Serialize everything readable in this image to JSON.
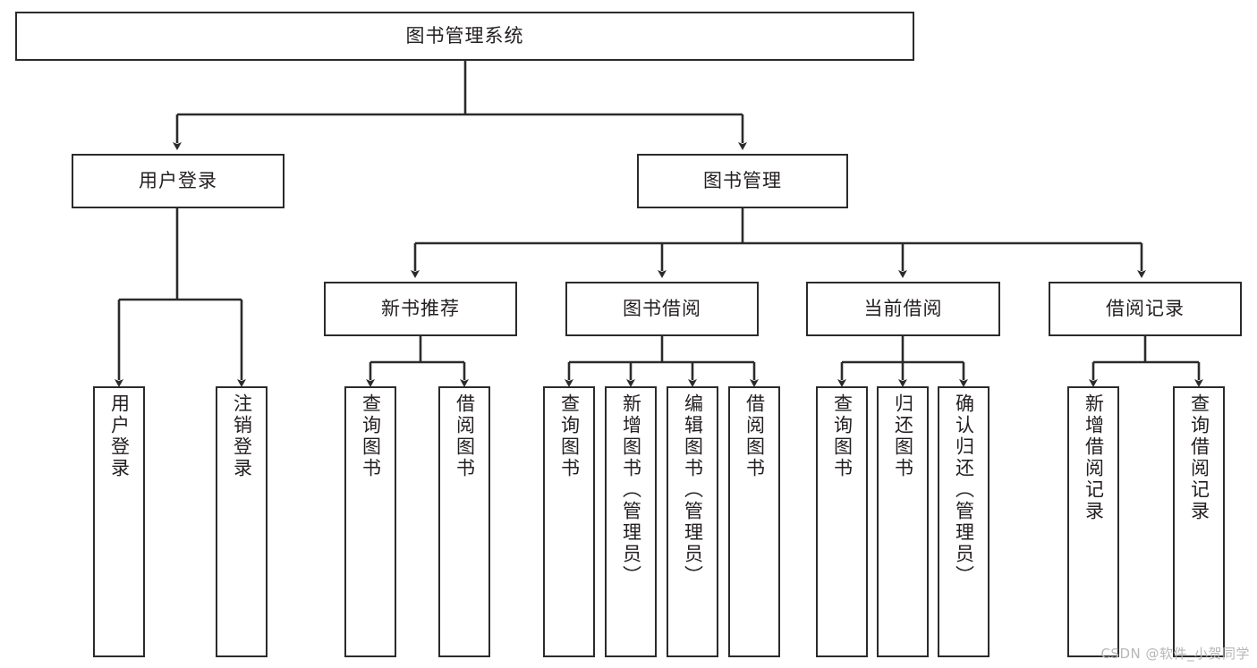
{
  "diagram": {
    "type": "tree-hierarchy",
    "title": "图书管理系统",
    "orientation": "top-down",
    "watermark": "CSDN @软件_小贺同学",
    "colors": {
      "box_border": "#2b2b2b",
      "box_fill": "#ffffff",
      "connector": "#2b2b2b",
      "text": "#231f20",
      "watermark": "#b7b7b7",
      "background": "#ffffff"
    },
    "levels": [
      {
        "level": 1,
        "nodes": [
          {
            "id": "root",
            "label": "图书管理系统",
            "orientation": "horizontal"
          }
        ]
      },
      {
        "level": 2,
        "nodes": [
          {
            "id": "user-login",
            "label": "用户登录",
            "orientation": "horizontal",
            "parent": "root"
          },
          {
            "id": "book-manage",
            "label": "图书管理",
            "orientation": "horizontal",
            "parent": "root"
          }
        ]
      },
      {
        "level": 3,
        "nodes": [
          {
            "id": "new-book-rec",
            "label": "新书推荐",
            "orientation": "horizontal",
            "parent": "book-manage"
          },
          {
            "id": "book-borrow",
            "label": "图书借阅",
            "orientation": "horizontal",
            "parent": "book-manage"
          },
          {
            "id": "current-borrow",
            "label": "当前借阅",
            "orientation": "horizontal",
            "parent": "book-manage"
          },
          {
            "id": "borrow-record",
            "label": "借阅记录",
            "orientation": "horizontal",
            "parent": "book-manage"
          }
        ]
      },
      {
        "level": 4,
        "nodes": [
          {
            "id": "leaf-user-login",
            "label": "用户登录",
            "orientation": "vertical",
            "parent": "user-login"
          },
          {
            "id": "leaf-user-logout",
            "label": "注销登录",
            "orientation": "vertical",
            "parent": "user-login"
          },
          {
            "id": "leaf-query-book-1",
            "label": "查询图书",
            "orientation": "vertical",
            "parent": "new-book-rec"
          },
          {
            "id": "leaf-borrow-book-1",
            "label": "借阅图书",
            "orientation": "vertical",
            "parent": "new-book-rec"
          },
          {
            "id": "leaf-query-book-2",
            "label": "查询图书",
            "orientation": "vertical",
            "parent": "book-borrow"
          },
          {
            "id": "leaf-add-book",
            "label": "新增图书（管理员）",
            "orientation": "vertical",
            "parent": "book-borrow"
          },
          {
            "id": "leaf-edit-book",
            "label": "编辑图书（管理员）",
            "orientation": "vertical",
            "parent": "book-borrow"
          },
          {
            "id": "leaf-borrow-book-2",
            "label": "借阅图书",
            "orientation": "vertical",
            "parent": "book-borrow"
          },
          {
            "id": "leaf-query-book-3",
            "label": "查询图书",
            "orientation": "vertical",
            "parent": "current-borrow"
          },
          {
            "id": "leaf-return-book",
            "label": "归还图书",
            "orientation": "vertical",
            "parent": "current-borrow"
          },
          {
            "id": "leaf-confirm-return",
            "label": "确认归还（管理员）",
            "orientation": "vertical",
            "parent": "current-borrow"
          },
          {
            "id": "leaf-add-record",
            "label": "新增借阅记录",
            "orientation": "vertical",
            "parent": "borrow-record"
          },
          {
            "id": "leaf-query-record",
            "label": "查询借阅记录",
            "orientation": "vertical",
            "parent": "borrow-record"
          }
        ]
      }
    ]
  }
}
